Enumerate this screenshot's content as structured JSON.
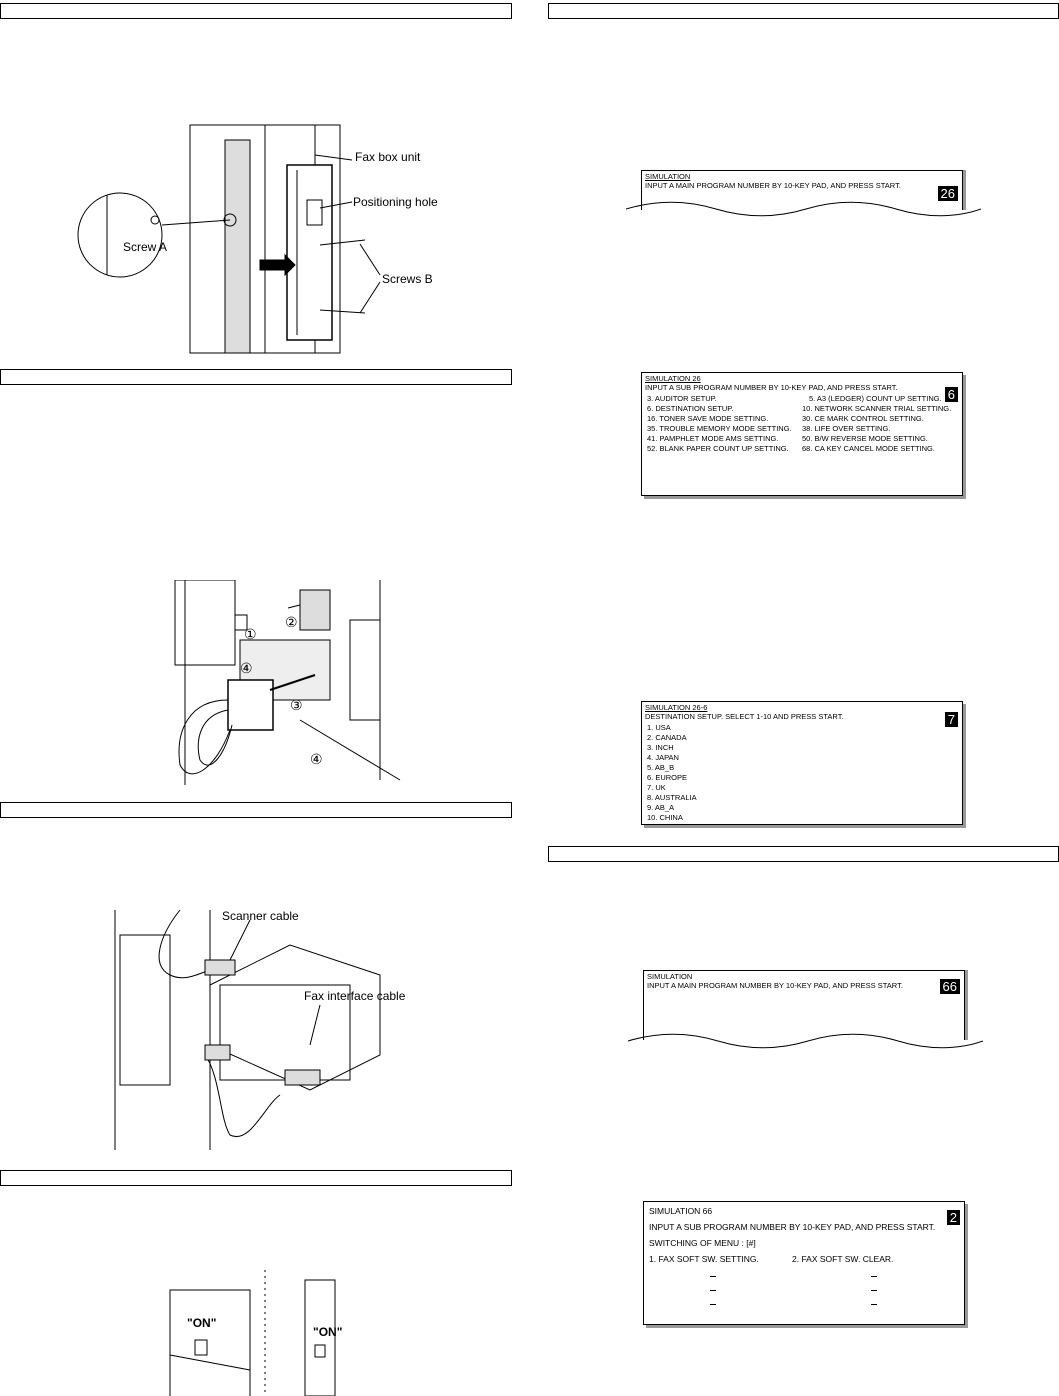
{
  "figures": {
    "fax_box": {
      "fax_box_unit": "Fax box unit",
      "positioning_hole": "Positioning hole",
      "screw_a": "Screw A",
      "screws_b": "Screws B"
    },
    "connector": {
      "step1": "①",
      "step2": "②",
      "step3": "③",
      "step4a": "④",
      "step4b": "④"
    },
    "cables": {
      "scanner_cable": "Scanner cable",
      "fax_interface_cable": "Fax interface cable"
    },
    "power": {
      "on_left": "\"ON\"",
      "on_right": "\"ON\""
    }
  },
  "screens": {
    "sim_main_26": {
      "title": "SIMULATION",
      "line": "INPUT A MAIN PROGRAM NUMBER BY 10-KEY PAD, AND PRESS START.",
      "value": "26"
    },
    "sim_26": {
      "title": "SIMULATION 26",
      "line": "INPUT A SUB PROGRAM NUMBER BY 10-KEY PAD, AND PRESS START.",
      "value": "6",
      "items": [
        [
          "3. AUDITOR SETUP.",
          "5. A3 (LEDGER) COUNT UP SETTING."
        ],
        [
          "6. DESTINATION SETUP.",
          "10. NETWORK SCANNER TRIAL SETTING."
        ],
        [
          "16. TONER SAVE MODE SETTING.",
          "30. CE MARK CONTROL SETTING."
        ],
        [
          "35. TROUBLE MEMORY MODE SETTING.",
          "38. LIFE OVER SETTING."
        ],
        [
          "41. PAMPHLET MODE AMS SETTING.",
          "50. B/W REVERSE MODE SETTING."
        ],
        [
          "52. BLANK PAPER COUNT UP SETTING.",
          "68. CA KEY CANCEL MODE SETTING."
        ]
      ]
    },
    "sim_26_6": {
      "title": "SIMULATION 26-6",
      "line": "DESTINATION SETUP.    SELECT 1-10 AND PRESS START.",
      "value": "7",
      "items": [
        "1. USA",
        "2. CANADA",
        "3. INCH",
        "4. JAPAN",
        "5. AB_B",
        "6. EUROPE",
        "7. UK",
        "8. AUSTRALIA",
        "9. AB_A",
        "10. CHINA"
      ]
    },
    "sim_main_66": {
      "title": "SIMULATION",
      "line": "INPUT A MAIN PROGRAM NUMBER BY 10-KEY PAD, AND PRESS START.",
      "value": "66"
    },
    "sim_66": {
      "title": "SIMULATION 66",
      "line": "INPUT A SUB PROGRAM NUMBER BY 10-KEY PAD, AND PRESS START.",
      "switching": "SWITCHING OF MENU : [#]",
      "item1": "1. FAX SOFT SW. SETTING.",
      "item2": "2. FAX SOFT SW. CLEAR.",
      "value": "2"
    }
  }
}
